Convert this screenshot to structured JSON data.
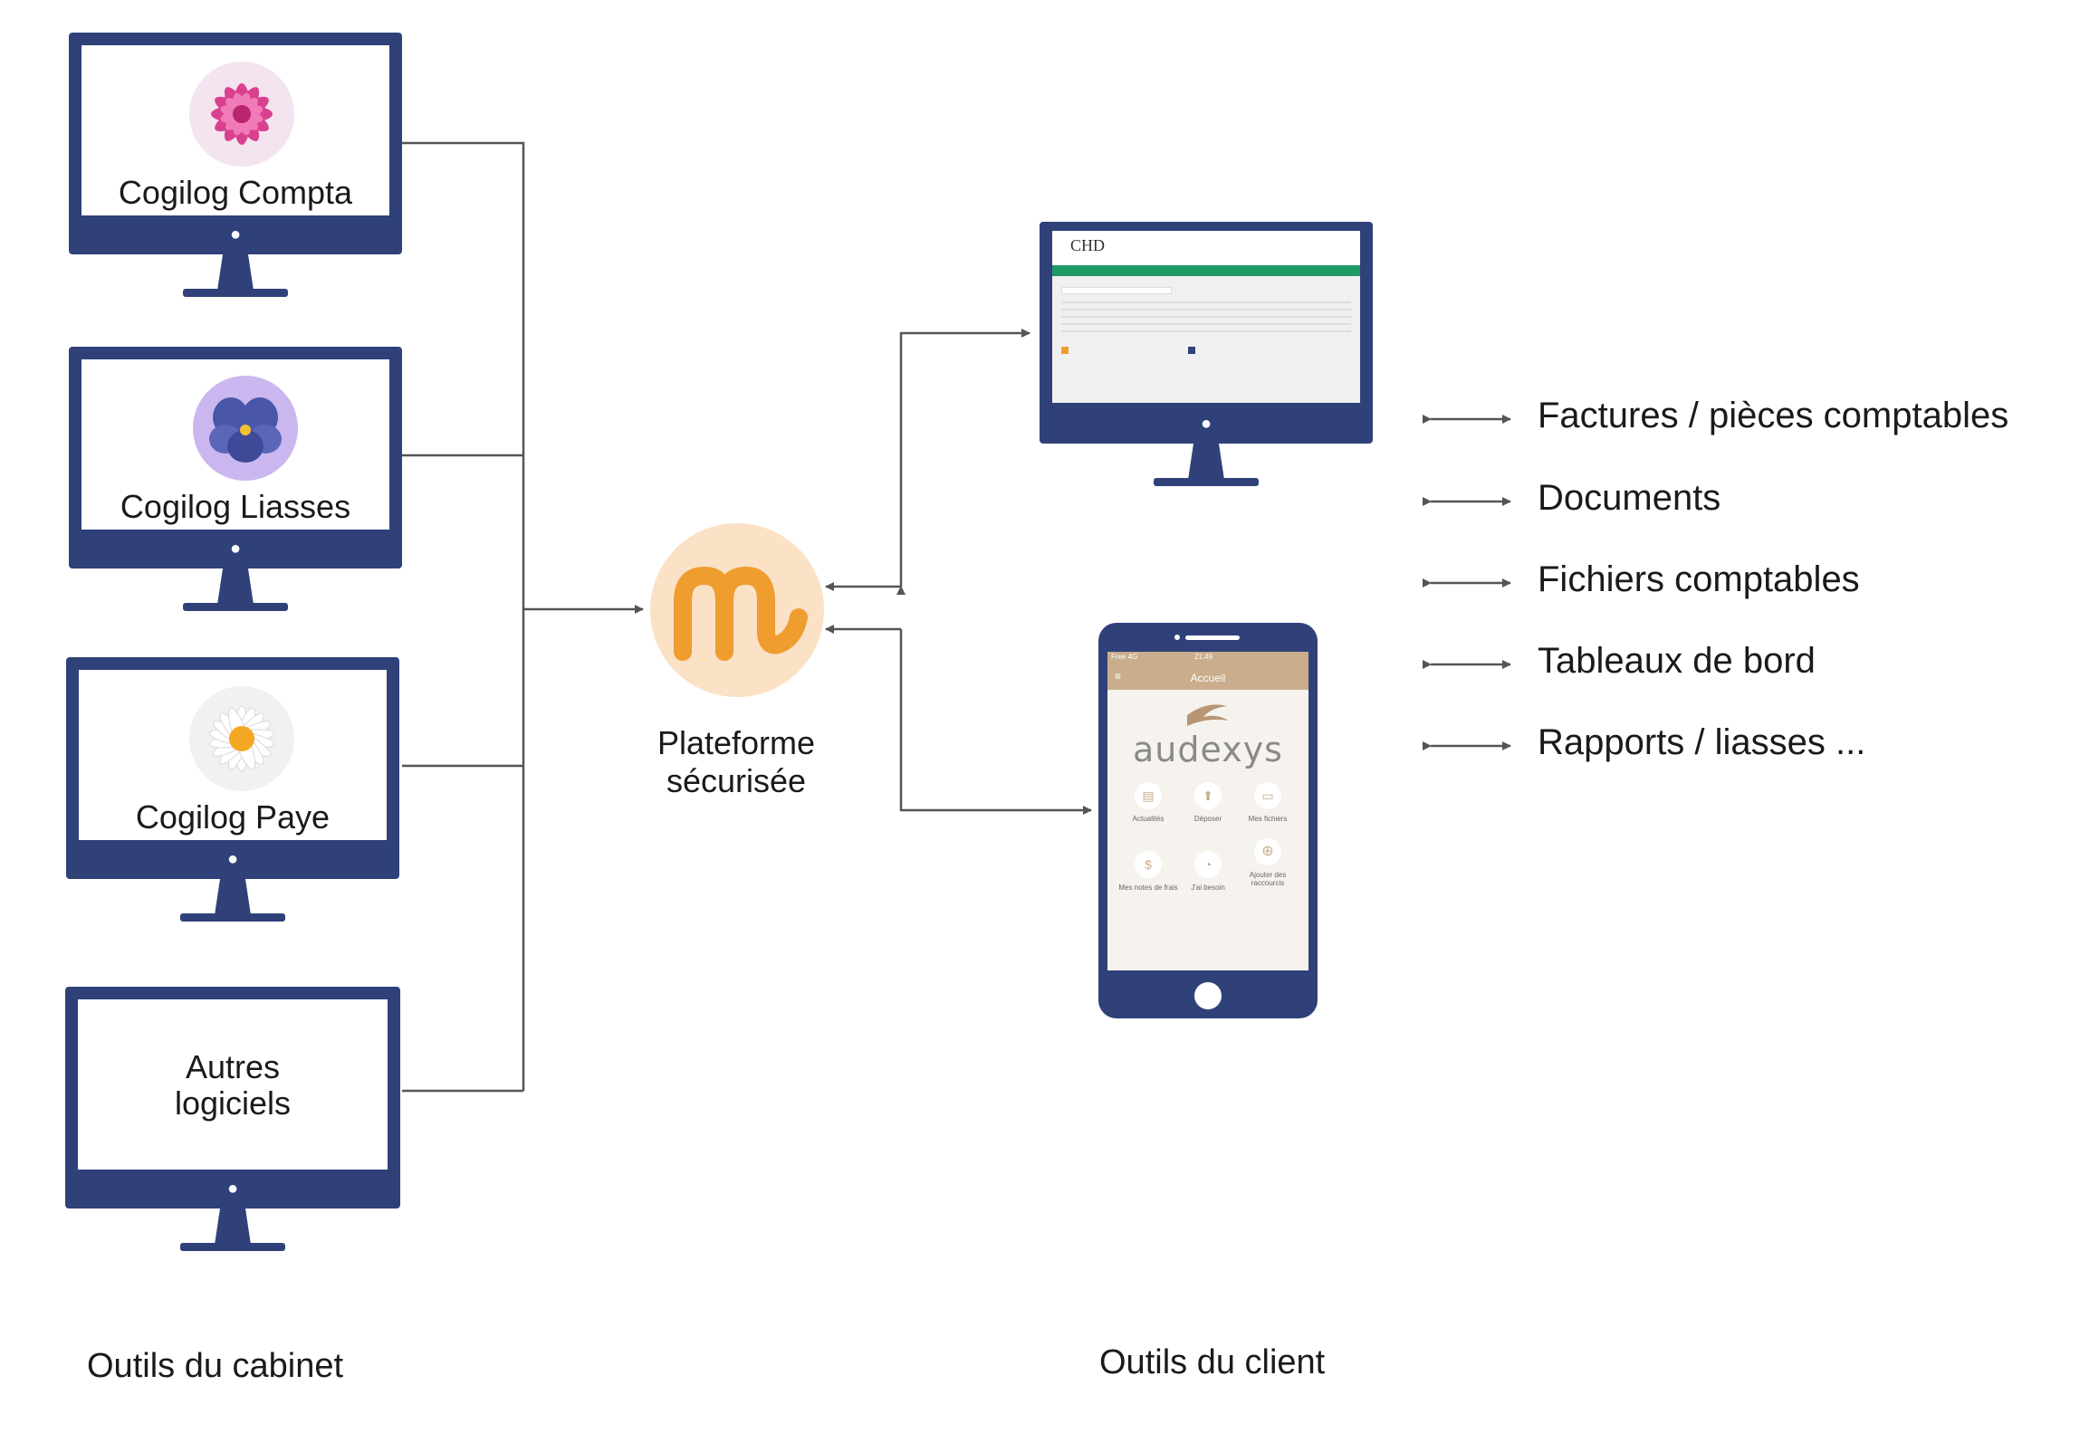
{
  "cabinet_tools": [
    {
      "label": "Cogilog Compta",
      "icon": "dahlia-flower-icon",
      "icon_bg": "#f3e4f0"
    },
    {
      "label": "Cogilog Liasses",
      "icon": "pansy-flower-icon",
      "icon_bg": "#cbb7ef"
    },
    {
      "label": "Cogilog Paye",
      "icon": "daisy-flower-icon",
      "icon_bg": "#f1f1ef"
    },
    {
      "label_line1": "Autres",
      "label_line2": "logiciels"
    }
  ],
  "platform": {
    "line1": "Plateforme",
    "line2": "sécurisée",
    "logo_bg": "#fbe1c6",
    "logo_color": "#ef9d2f"
  },
  "client": {
    "desktop_logo": "CHD",
    "phone": {
      "header": "Accueil",
      "brand": "audexys",
      "status_left": "Free 4G",
      "status_center": "21:49",
      "tiles": [
        "Actualités",
        "Déposer",
        "Mes fichiers",
        "Mes notes de frais",
        "J'ai besoin",
        "Ajouter des raccourcis"
      ]
    }
  },
  "exchanges": [
    "Factures / pièces comptables",
    "Documents",
    "Fichiers comptables",
    "Tableaux de bord",
    "Rapports / liasses ..."
  ],
  "captions": {
    "cabinet": "Outils du cabinet",
    "client": "Outils du client"
  },
  "colors": {
    "device": "#2f4178",
    "line": "#555555",
    "app_header": "#c9ad8c",
    "app_green": "#1f9a63"
  }
}
